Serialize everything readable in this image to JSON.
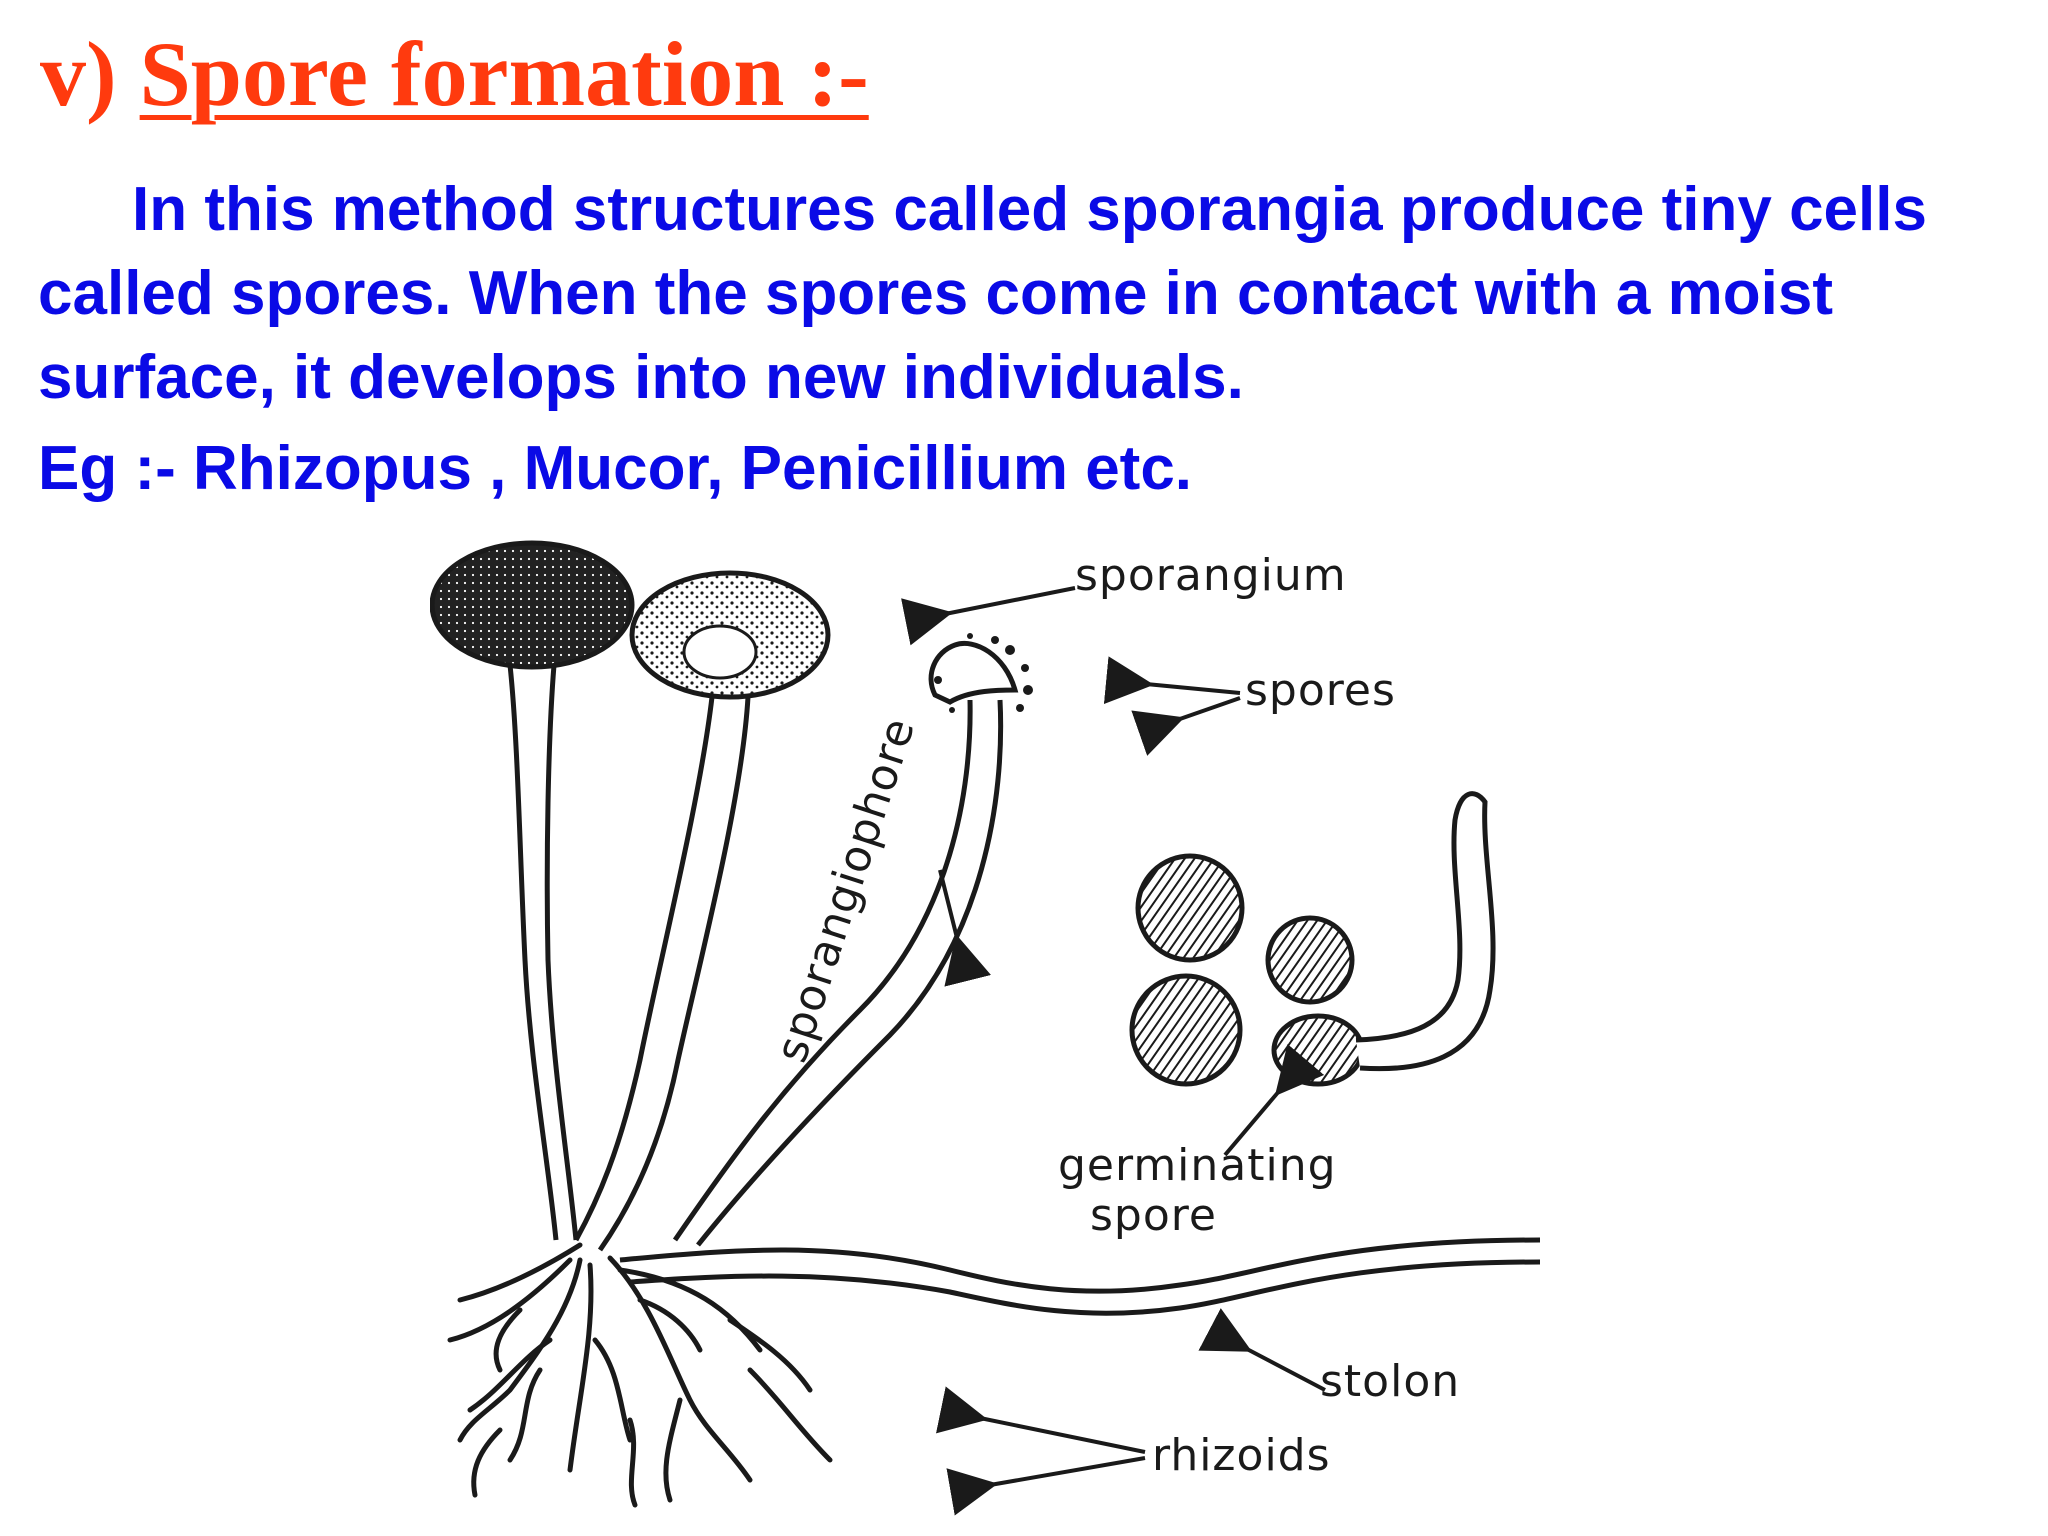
{
  "heading": {
    "prefix": "v)",
    "title": "Spore formation :-"
  },
  "body": {
    "paragraph": "In this method structures called sporangia produce tiny cells called spores. When the spores come in contact with a moist surface, it develops into new individuals.",
    "example": "Eg :- Rhizopus , Mucor, Penicillium etc."
  },
  "diagram": {
    "labels": {
      "sporangium": "sporangium",
      "spores": "spores",
      "sporangiophore": "sporangiophore",
      "germinating_line1": "germinating",
      "germinating_line2": "spore",
      "stolon": "stolon",
      "rhizoids": "rhizoids"
    }
  },
  "colors": {
    "heading": "#ff3a0e",
    "body_text": "#0a0ae6",
    "line_art": "#1a1a1a"
  }
}
